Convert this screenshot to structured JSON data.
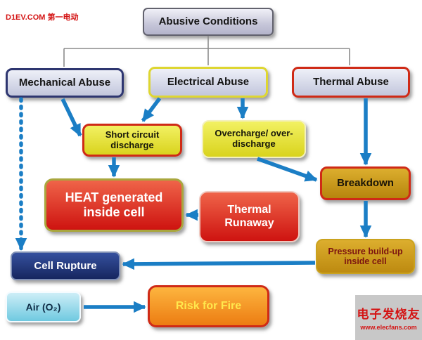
{
  "colors": {
    "arrow-blue": "#1b7ec5",
    "connector-gray": "#8c8c8c",
    "abuse-red": "#cf2a16",
    "watermark-red": "#d41414"
  },
  "watermarks": {
    "top": "D1EV.COM 第一电动",
    "bottom_line1": "电子发烧友",
    "bottom_line2": "www.elecfans.com"
  },
  "nodes": {
    "abusive": "Abusive Conditions",
    "mechanical": "Mechanical Abuse",
    "electrical": "Electrical Abuse",
    "thermal": "Thermal Abuse",
    "short_circuit": "Short circuit discharge",
    "overcharge": "Overcharge/ over-discharge",
    "heat": "HEAT generated inside cell",
    "thermal_runaway": "Thermal Runaway",
    "breakdown": "Breakdown",
    "pressure": "Pressure build-up inside cell",
    "cell_rupture": "Cell Rupture",
    "air": "Air (O₂)",
    "risk_fire": "Risk for Fire"
  },
  "edges": [
    {
      "from": "abusive",
      "to": "mechanical",
      "style": "connector"
    },
    {
      "from": "abusive",
      "to": "electrical",
      "style": "connector"
    },
    {
      "from": "abusive",
      "to": "thermal",
      "style": "connector"
    },
    {
      "from": "mechanical",
      "to": "short_circuit",
      "style": "solid"
    },
    {
      "from": "electrical",
      "to": "short_circuit",
      "style": "solid"
    },
    {
      "from": "electrical",
      "to": "overcharge",
      "style": "solid"
    },
    {
      "from": "thermal",
      "to": "breakdown",
      "style": "solid"
    },
    {
      "from": "short_circuit",
      "to": "heat",
      "style": "solid"
    },
    {
      "from": "overcharge",
      "to": "breakdown",
      "style": "solid"
    },
    {
      "from": "thermal_runaway",
      "to": "heat",
      "style": "solid"
    },
    {
      "from": "breakdown",
      "to": "pressure",
      "style": "solid"
    },
    {
      "from": "pressure",
      "to": "cell_rupture",
      "style": "solid"
    },
    {
      "from": "mechanical",
      "to": "cell_rupture",
      "style": "dashed"
    },
    {
      "from": "air",
      "to": "risk_fire",
      "style": "solid"
    }
  ]
}
